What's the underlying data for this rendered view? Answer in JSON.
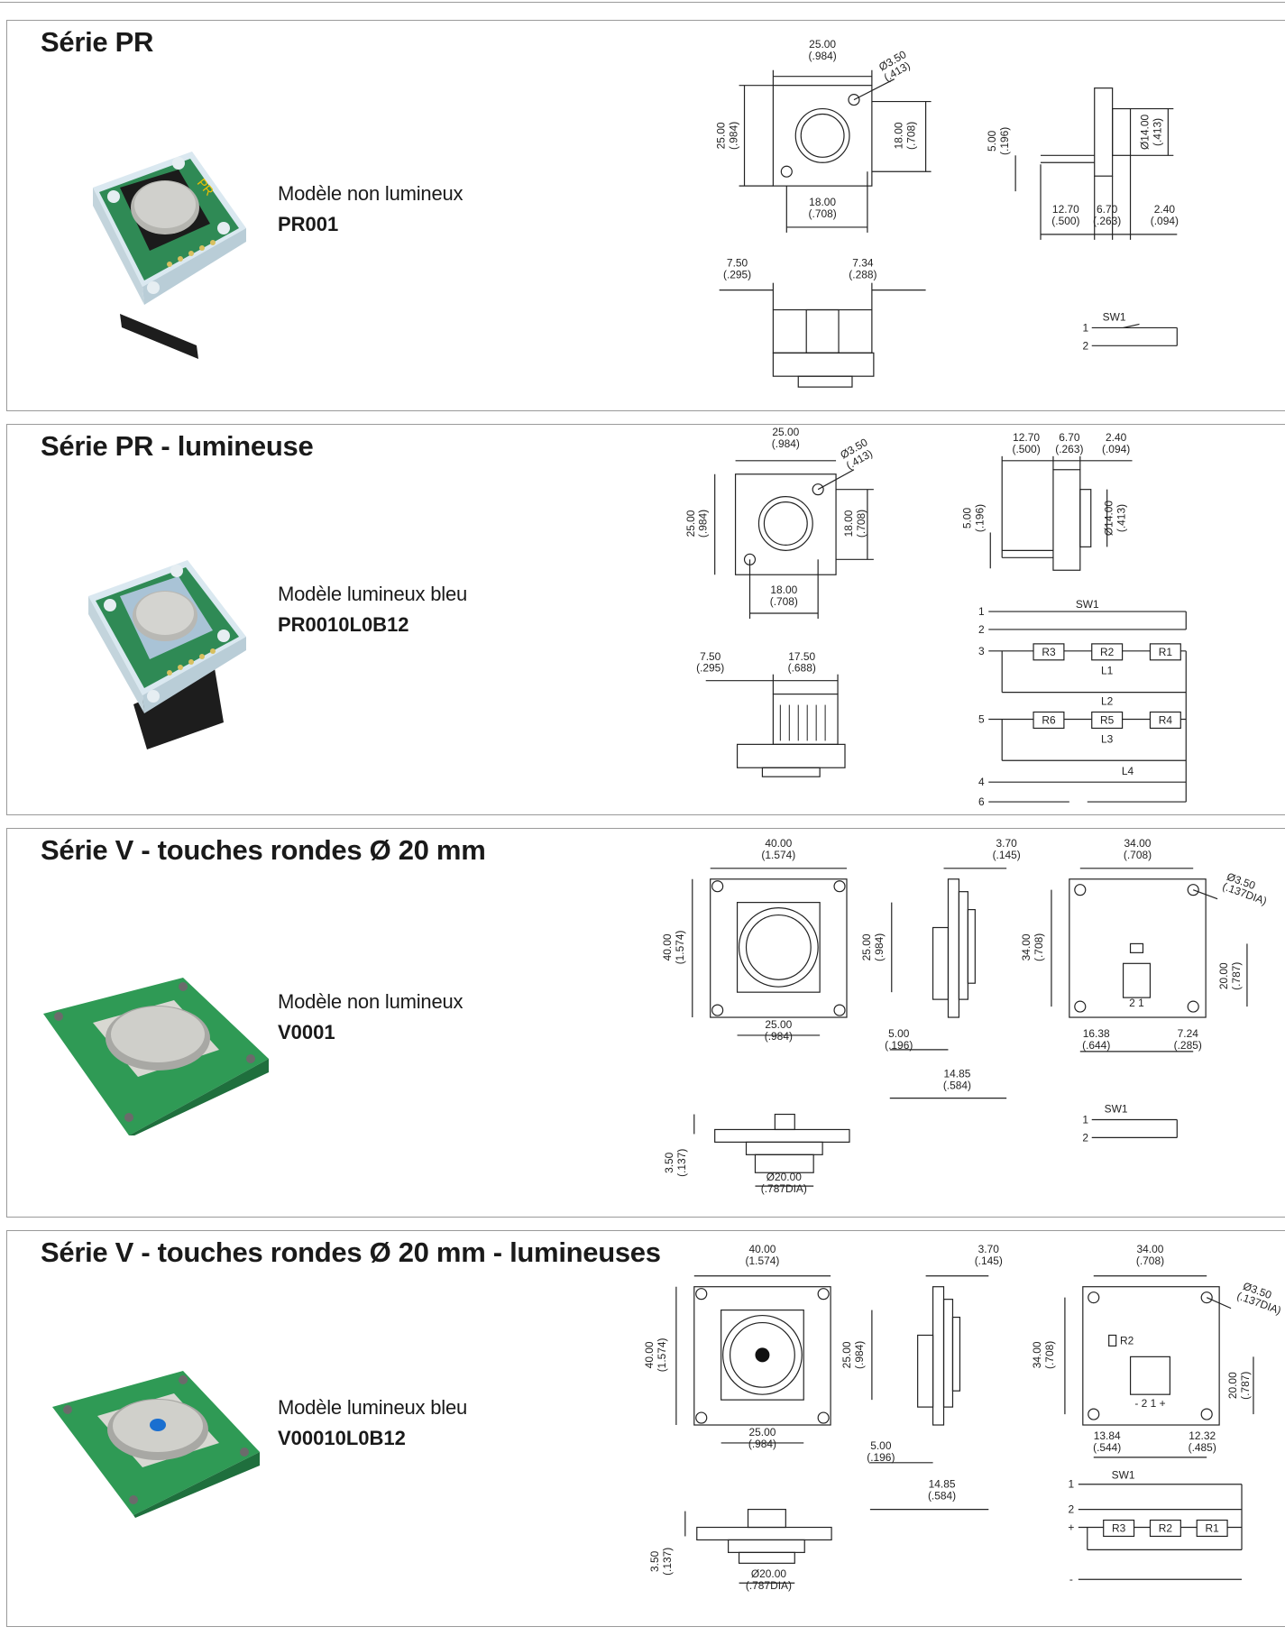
{
  "sections": [
    {
      "title": "Série PR",
      "model_desc": "Modèle non lumineux",
      "model_code": "PR001",
      "dims": {
        "w": "25.00",
        "w_in": "(.984)",
        "hole": "Ø3.50",
        "hole_in": "(.413)",
        "h": "25.00",
        "h_in": "(.984)",
        "inner_h": "18.00",
        "inner_h_in": "(.708)",
        "inner_w": "18.00",
        "inner_w_in": "(.708)",
        "side_h": "5.00",
        "side_h_in": "(.196)",
        "dia": "Ø14.00",
        "dia_in": "(.413)",
        "a": "12.70",
        "a_in": "(.500)",
        "b": "6.70",
        "b_in": "(.263)",
        "c": "2.40",
        "c_in": "(.094)",
        "bl": "7.50",
        "bl_in": "(.295)",
        "br": "7.34",
        "br_in": "(.288)"
      },
      "schematic": {
        "sw": "SW1",
        "pin1": "1",
        "pin2": "2"
      }
    },
    {
      "title": "Série PR - lumineuse",
      "model_desc": "Modèle lumineux bleu",
      "model_code": "PR0010L0B12",
      "dims": {
        "w": "25.00",
        "w_in": "(.984)",
        "hole": "Ø3.50",
        "hole_in": "(.413)",
        "h": "25.00",
        "h_in": "(.984)",
        "inner_h": "18.00",
        "inner_h_in": "(.708)",
        "inner_w": "18.00",
        "inner_w_in": "(.708)",
        "a": "12.70",
        "a_in": "(.500)",
        "b": "6.70",
        "b_in": "(.263)",
        "c": "2.40",
        "c_in": "(.094)",
        "side_h": "5.00",
        "side_h_in": "(.196)",
        "dia": "Ø14.00",
        "dia_in": "(.413)",
        "bl": "7.50",
        "bl_in": "(.295)",
        "br": "17.50",
        "br_in": "(.688)"
      },
      "schematic": {
        "sw": "SW1",
        "pins": [
          "1",
          "2",
          "3",
          "5",
          "4",
          "6"
        ],
        "resistors": [
          "R3",
          "R2",
          "R1",
          "R6",
          "R5",
          "R4"
        ],
        "leds": [
          "L1",
          "L2",
          "L3",
          "L4"
        ]
      }
    },
    {
      "title": "Série V - touches rondes Ø 20 mm",
      "model_desc": "Modèle non lumineux",
      "model_code": "V0001",
      "dims": {
        "w": "40.00",
        "w_in": "(1.574)",
        "h": "40.00",
        "h_in": "(1.574)",
        "key": "25.00",
        "key_in": "(.984)",
        "key_w": "25.00",
        "key_w_in": "(.984)",
        "t": "3.70",
        "t_in": "(.145)",
        "s": "5.00",
        "s_in": "(.196)",
        "d": "14.85",
        "d_in": "(.584)",
        "bw": "34.00",
        "bw_in": "(.708)",
        "bh": "34.00",
        "bh_in": "(.708)",
        "hole": "Ø3.50",
        "hole_in": "(.137DIA)",
        "c": "20.00",
        "c_in": "(.787)",
        "l": "16.38",
        "l_in": "(.644)",
        "r": "7.24",
        "r_in": "(.285)",
        "fh": "3.50",
        "fh_in": "(.137)",
        "fd": "Ø20.00",
        "fd_in": "(.787DIA)",
        "conn": "2 1"
      },
      "schematic": {
        "sw": "SW1",
        "pin1": "1",
        "pin2": "2"
      }
    },
    {
      "title": "Série V - touches rondes Ø 20 mm - lumineuses",
      "model_desc": "Modèle lumineux bleu",
      "model_code": "V00010L0B12",
      "dims": {
        "w": "40.00",
        "w_in": "(1.574)",
        "h": "40.00",
        "h_in": "(1.574)",
        "key": "25.00",
        "key_in": "(.984)",
        "key_w": "25.00",
        "key_w_in": "(.984)",
        "t": "3.70",
        "t_in": "(.145)",
        "s": "5.00",
        "s_in": "(.196)",
        "d": "14.85",
        "d_in": "(.584)",
        "bw": "34.00",
        "bw_in": "(.708)",
        "bh": "34.00",
        "bh_in": "(.708)",
        "hole": "Ø3.50",
        "hole_in": "(.137DIA)",
        "c": "20.00",
        "c_in": "(.787)",
        "l": "13.84",
        "l_in": "(.544)",
        "r": "12.32",
        "r_in": "(.485)",
        "fh": "3.50",
        "fh_in": "(.137)",
        "fd": "Ø20.00",
        "fd_in": "(.787DIA)",
        "r2": "R2",
        "conn": "- 2 1 +"
      },
      "schematic": {
        "sw": "SW1",
        "pins": [
          "1",
          "2",
          "+",
          "-"
        ],
        "resistors": [
          "R3",
          "R2",
          "R1"
        ]
      }
    }
  ]
}
